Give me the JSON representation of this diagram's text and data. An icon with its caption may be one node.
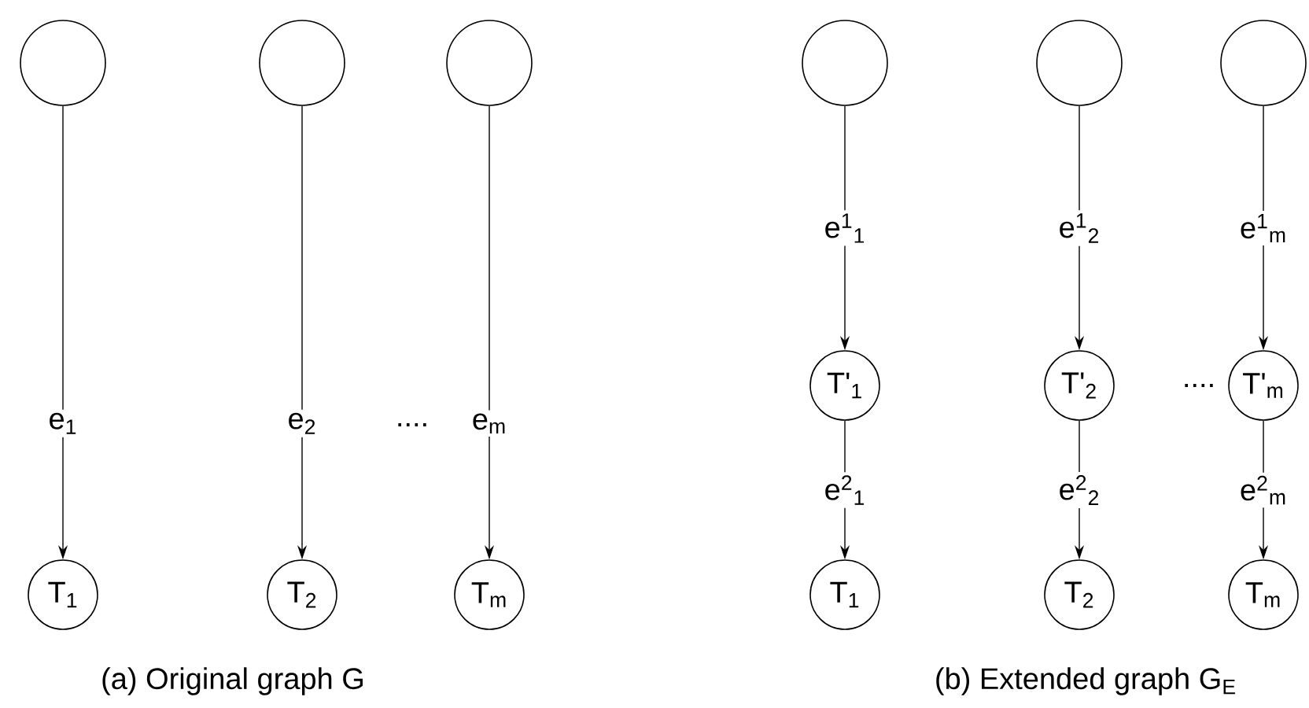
{
  "diagram": {
    "nodes": [
      {
        "text": [],
        "shape": "circle"
      },
      {
        "text": [],
        "shape": "circle"
      },
      {
        "text": [],
        "shape": "circle"
      },
      {
        "text": [
          "T$_{1}$"
        ]
      },
      {
        "text": [
          "T$_{2}$"
        ]
      },
      {
        "text": [
          "T$_{m}$"
        ]
      },
      {
        "text": [],
        "shape": "circle"
      },
      {
        "text": [],
        "shape": "circle"
      },
      {
        "text": [],
        "shape": "circle"
      },
      {
        "text": [
          "T'$_{1}$"
        ]
      },
      {
        "text": [
          "T'$_{2}$"
        ]
      },
      {
        "text": [
          "T'$_{m}$"
        ]
      },
      {
        "text": [
          "T$_{1}$"
        ]
      },
      {
        "text": [
          "T$_{2}$"
        ]
      },
      {
        "text": [
          "T$_{m}$"
        ]
      }
    ],
    "edges": [
      {
        "from": 0,
        "to": 3,
        "arrow": "to",
        "label": "e$_{1}$"
      },
      {
        "from": 1,
        "to": 4,
        "arrow": "to",
        "label": "e$_{2}$"
      },
      {
        "from": 2,
        "to": 5,
        "arrow": "to",
        "label": "e$_{m}$"
      },
      {
        "from": 6,
        "to": 9,
        "arrow": "to",
        "label": "e$^{1}$$_{1}$"
      },
      {
        "from": 7,
        "to": 10,
        "arrow": "to",
        "label": "e$^{1}$$_{2}$"
      },
      {
        "from": 8,
        "to": 11,
        "arrow": "to",
        "label": "e$^{1}$$_{m}$"
      },
      {
        "from": 9,
        "to": 12,
        "arrow": "to",
        "label": "e$^{2}$$_{1}$"
      },
      {
        "from": 10,
        "to": 13,
        "arrow": "to",
        "label": "e$^{2}$$_{2}$"
      },
      {
        "from": 11,
        "to": 14,
        "arrow": "to",
        "label": "e$^{2}$$_{m}$"
      }
    ],
    "labels": [
      "....",
      "....",
      "(a) Original graph G",
      "(b) Extended graph G$_{E}$"
    ]
  }
}
